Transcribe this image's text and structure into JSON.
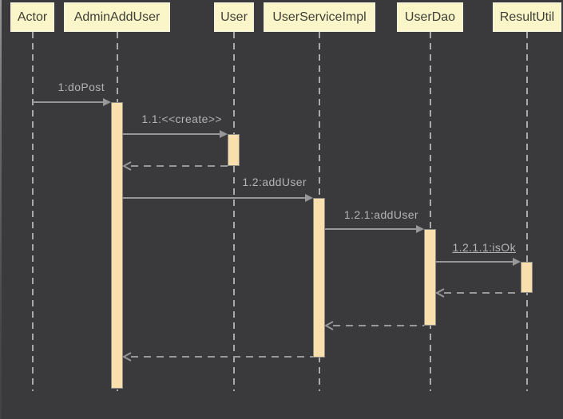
{
  "diagram": {
    "type": "uml-sequence-diagram",
    "participants": [
      {
        "id": "actor",
        "label": "Actor"
      },
      {
        "id": "admin-add-user",
        "label": "AdminAddUser"
      },
      {
        "id": "user",
        "label": "User"
      },
      {
        "id": "user-service-impl",
        "label": "UserServiceImpl"
      },
      {
        "id": "user-dao",
        "label": "UserDao"
      },
      {
        "id": "result-util",
        "label": "ResultUtil"
      }
    ],
    "messages": [
      {
        "label": "1:doPost",
        "type": "call",
        "from": "Actor",
        "to": "AdminAddUser"
      },
      {
        "label": "1.1:<<create>>",
        "type": "call",
        "from": "AdminAddUser",
        "to": "User"
      },
      {
        "label": "",
        "type": "return",
        "from": "User",
        "to": "AdminAddUser"
      },
      {
        "label": "1.2:addUser",
        "type": "call",
        "from": "AdminAddUser",
        "to": "UserServiceImpl"
      },
      {
        "label": "1.2.1:addUser",
        "type": "call",
        "from": "UserServiceImpl",
        "to": "UserDao"
      },
      {
        "label": "1.2.1.1:isOk",
        "type": "call",
        "from": "UserDao",
        "to": "ResultUtil"
      },
      {
        "label": "",
        "type": "return",
        "from": "ResultUtil",
        "to": "UserDao"
      },
      {
        "label": "",
        "type": "return",
        "from": "UserDao",
        "to": "UserServiceImpl"
      },
      {
        "label": "",
        "type": "return",
        "from": "UserServiceImpl",
        "to": "AdminAddUser"
      }
    ],
    "colors": {
      "background": "#3a3a3c",
      "participant_fill": "#faf6c9",
      "activation_fill": "#f8dfab",
      "line": "#98989a",
      "label_text": "#b3b3b5",
      "participant_text": "#3f3f37"
    }
  }
}
